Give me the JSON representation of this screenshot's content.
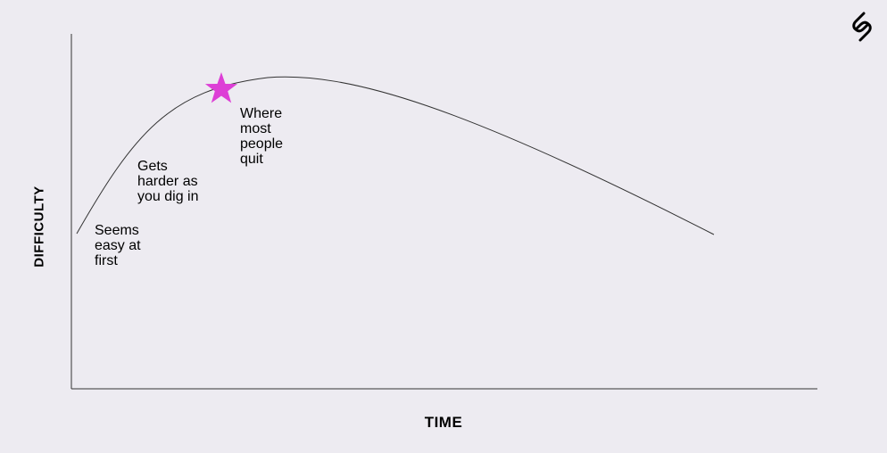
{
  "diagram": {
    "x_axis_label": "TIME",
    "y_axis_label": "DIFFICULTY",
    "annotations": {
      "start": "Seems\neasy at\nfirst",
      "middle": "Gets\nharder as\nyou dig in",
      "peak": "Where\nmost\npeople\nquit"
    },
    "marker_color": "#dd3fd6",
    "curve_color": "#333333"
  },
  "logo": {
    "icon": "paperclip-s-logo-icon"
  }
}
